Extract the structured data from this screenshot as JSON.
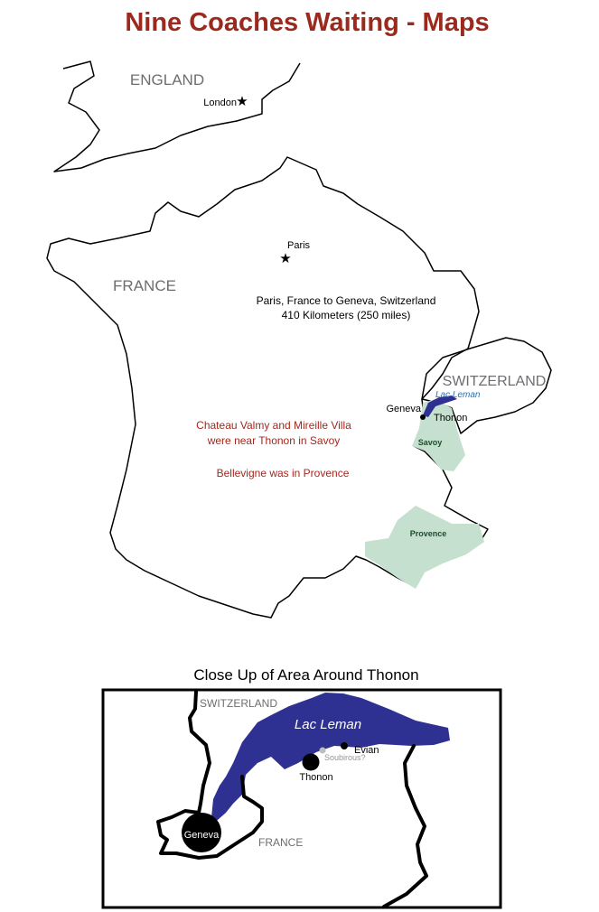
{
  "title": "Nine Coaches Waiting - Maps",
  "colors": {
    "title": "#9b2a1e",
    "note": "#a3281e",
    "lake": "#2e3192",
    "region": "#c5e0ce",
    "country_label": "#6d6e71",
    "lake_label_main": "#1c75bc"
  },
  "main_map": {
    "countries": [
      "ENGLAND",
      "FRANCE",
      "SWITZERLAND"
    ],
    "cities": {
      "london": "London",
      "paris": "Paris",
      "geneva": "Geneva",
      "thonon": "Thonon"
    },
    "lake": "Lac Leman",
    "regions": {
      "savoy": "Savoy",
      "provence": "Provence"
    },
    "distance": {
      "line1": "Paris, France to Geneva, Switzerland",
      "line2": "410 Kilometers (250 miles)"
    },
    "notes": {
      "line1": "Chateau Valmy and Mireille Villa",
      "line2": "were near Thonon in Savoy",
      "line3": "Bellevigne was in Provence"
    }
  },
  "inset": {
    "title": "Close Up of Area Around Thonon",
    "switzerland": "SWITZERLAND",
    "france": "FRANCE",
    "lake": "Lac Leman",
    "geneva": "Geneva",
    "thonon": "Thonon",
    "evian": "Evian",
    "soubirous": "Soubirous?"
  }
}
